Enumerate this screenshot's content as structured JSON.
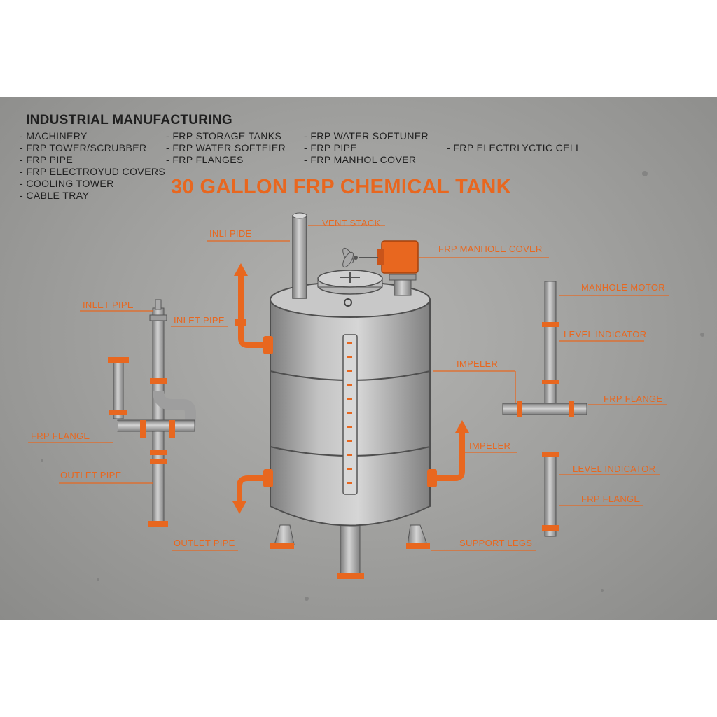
{
  "header": {
    "title": "INDUSTRIAL MANUFACTURING"
  },
  "nav": {
    "col1": [
      "- MACHINERY",
      "- FRP TOWER/SCRUBBER",
      "- FRP PIPE",
      "- FRP ELECTROYUD COVERS",
      "- COOLING TOWER",
      "- CABLE TRAY"
    ],
    "col2": [
      "- FRP STORAGE TANKS",
      "- FRP WATER SOFTEIER",
      "- FRP FLANGES"
    ],
    "col3": [
      "- FRP WATER SOFTUNER",
      "- FRP PIPE",
      "- FRP MANHOL COVER"
    ],
    "col4": [
      "- FRP ELECTRLYCTIC CELL"
    ]
  },
  "diagram": {
    "title": "30 GALLON FRP CHEMICAL TANK",
    "labels": {
      "vent_stack": "VENT STACK",
      "inlet_pipe_top": "INLI PIDE",
      "manhole_cover": "FRP MANHOLE COVER",
      "inlet_pipe_left": "INLET PIPE",
      "inlet_pipe_mid": "INLET PIPE",
      "manhole_motor": "MANHOLE MOTOR",
      "level_indicator_top": "LEVEL INDICATOR",
      "impeller_top": "IMPELER",
      "frp_flange_right": "FRP FLANGE",
      "frp_flange_left": "FRP FLANGE",
      "impeller_mid": "IMPELER",
      "level_indicator_bottom": "LEVEL INDICATOR",
      "outlet_pipe_left": "OUTLET PIPE",
      "frp_flange_bottom": "FRP FLANGE",
      "outlet_pipe_bottom": "OUTLET PIPE",
      "support_legs": "SUPPORT LEGS"
    }
  },
  "colors": {
    "accent": "#e8671f",
    "steel": "#9c9c9c",
    "text": "#1f1f1f"
  }
}
